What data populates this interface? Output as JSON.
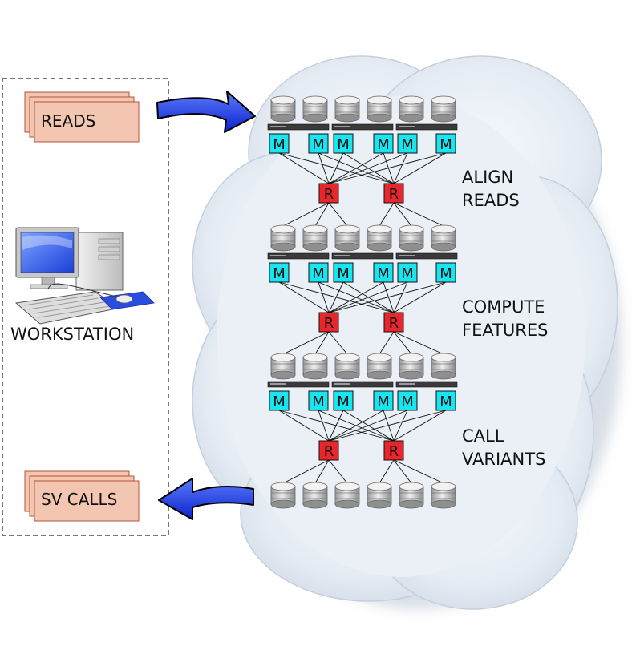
{
  "workstation_panel": {
    "input_label": "READS",
    "computer_label": "WORKSTATION",
    "output_label": "SV CALLS"
  },
  "cloud": {
    "stages": [
      {
        "line1": "ALIGN",
        "line2": "READS"
      },
      {
        "line1": "COMPUTE",
        "line2": "FEATURES"
      },
      {
        "line1": "CALL",
        "line2": "VARIANTS"
      }
    ],
    "mapper_label": "M",
    "reducer_label": "R"
  },
  "colors": {
    "doc_fill": "#f2c6b0",
    "doc_stroke": "#b5523b",
    "arrow_blue": "#1f3fe8",
    "mapper_fill": "#19e5f0",
    "reducer_fill": "#e8262b",
    "cloud_fill": "#e6edf5"
  }
}
